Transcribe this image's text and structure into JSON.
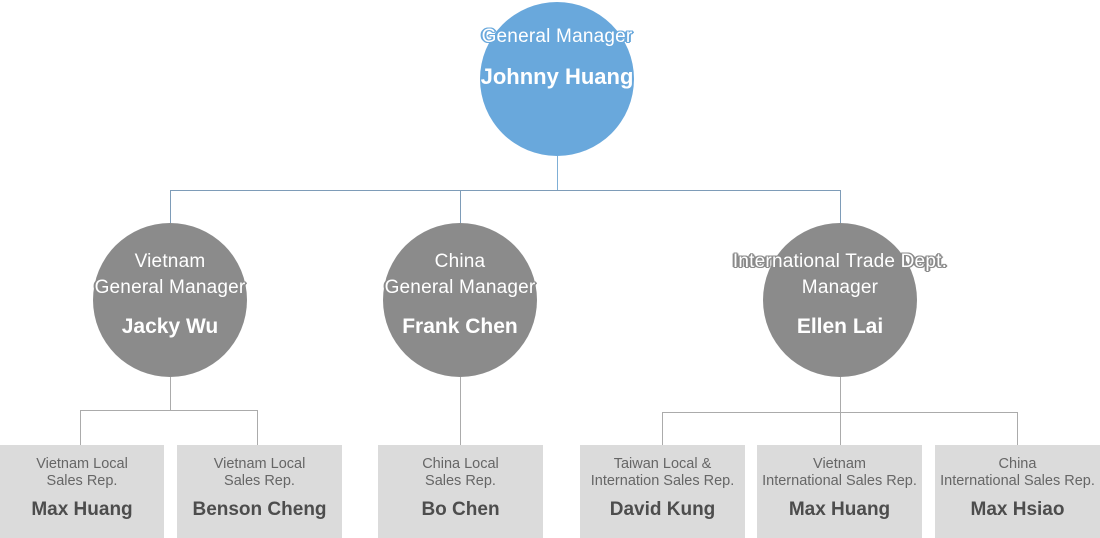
{
  "org": {
    "root": {
      "title": "General Manager",
      "name": "Johnny Huang"
    },
    "managers": [
      {
        "title1": "Vietnam",
        "title2": "General Manager",
        "name": "Jacky Wu"
      },
      {
        "title1": "China",
        "title2": "General Manager",
        "name": "Frank Chen"
      },
      {
        "title1": "International Trade Dept.",
        "title2": "Manager",
        "name": "Ellen Lai"
      }
    ],
    "reps": [
      {
        "title1": "Vietnam Local",
        "title2": "Sales Rep.",
        "name": "Max Huang"
      },
      {
        "title1": "Vietnam Local",
        "title2": "Sales Rep.",
        "name": "Benson Cheng"
      },
      {
        "title1": "China Local",
        "title2": "Sales Rep.",
        "name": "Bo Chen"
      },
      {
        "title1": "Taiwan Local &",
        "title2": "Internation Sales Rep.",
        "name": "David Kung"
      },
      {
        "title1": "Vietnam",
        "title2": "International Sales Rep.",
        "name": "Max Huang"
      },
      {
        "title1": "China",
        "title2": "International Sales Rep.",
        "name": "Max Hsiao"
      }
    ],
    "colors": {
      "root_node": "#69A8DC",
      "manager_node": "#8B8B8B",
      "rep_box": "#DBDBDB",
      "node_text": "#FFFFFF",
      "rep_title_text": "#666666",
      "rep_name_text": "#4D4D4D",
      "connector_blue": "#7FAFD6",
      "connector_top": "#7E9CB8",
      "connector_gray": "#ABABAB"
    }
  }
}
